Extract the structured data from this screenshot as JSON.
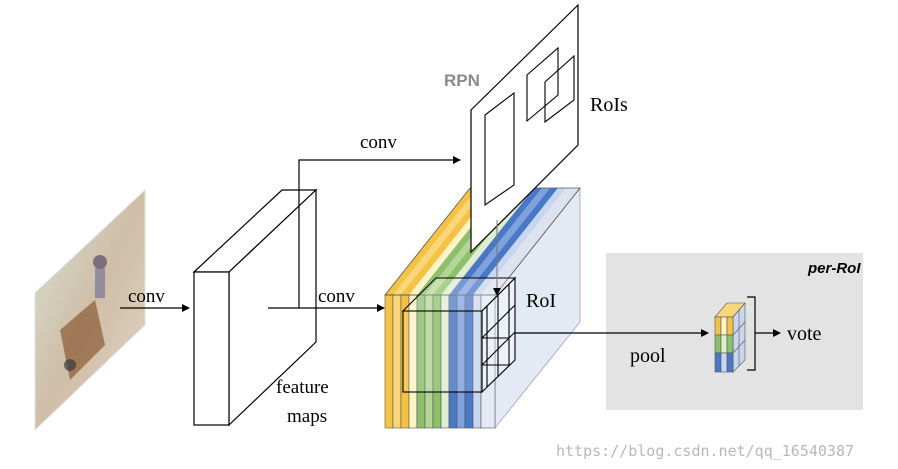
{
  "labels": {
    "conv_left": "conv",
    "conv_mid": "conv",
    "conv_top": "conv",
    "feature_maps_line1": "feature",
    "feature_maps_line2": "maps",
    "rpn": "RPN",
    "rois": "RoIs",
    "roi": "RoI",
    "pool": "pool",
    "per_roi": "per-RoI",
    "vote": "vote"
  },
  "watermark": "https://blog.csdn.net/qq_16540387",
  "colors": {
    "yellow": "#f5c242",
    "green": "#8dc06a",
    "blue": "#4a78c8",
    "slab_face": "#e4eaf4",
    "panel_gray": "#e3e3e3",
    "rpn_label": "#8a8a8a",
    "watermark": "#b8b8b8"
  }
}
